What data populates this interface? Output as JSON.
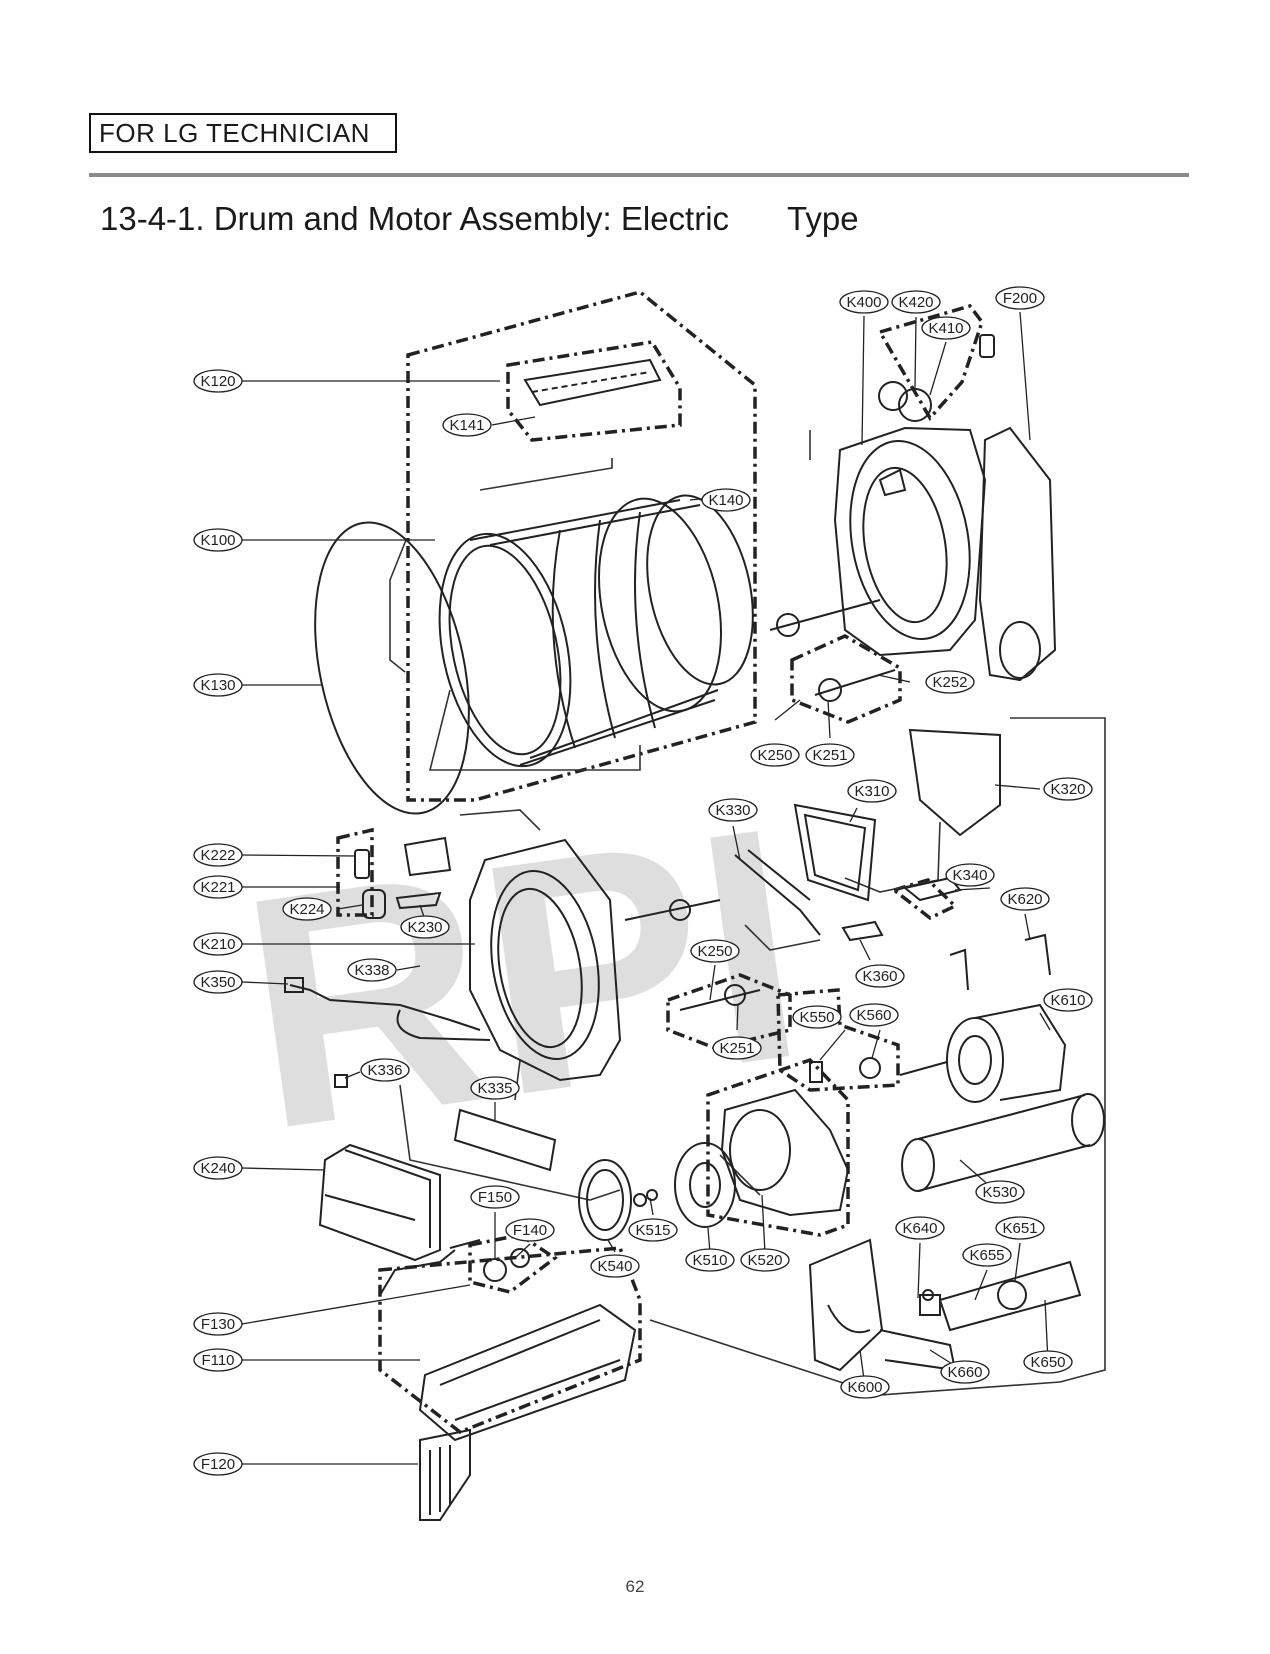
{
  "header": {
    "badge": "FOR LG TECHNICIAN"
  },
  "section": {
    "title": "13-4-1. Drum and Motor Assembly: Electric",
    "title_suffix": "Type"
  },
  "watermark": {
    "text": "RPI"
  },
  "parts": [
    {
      "id": "K120"
    },
    {
      "id": "K141"
    },
    {
      "id": "K140"
    },
    {
      "id": "K100"
    },
    {
      "id": "K130"
    },
    {
      "id": "K400"
    },
    {
      "id": "K420"
    },
    {
      "id": "K410"
    },
    {
      "id": "F200"
    },
    {
      "id": "K252"
    },
    {
      "id": "K250"
    },
    {
      "id": "K251"
    },
    {
      "id": "K320"
    },
    {
      "id": "K330"
    },
    {
      "id": "K310"
    },
    {
      "id": "K340"
    },
    {
      "id": "K620"
    },
    {
      "id": "K222"
    },
    {
      "id": "K221"
    },
    {
      "id": "K224"
    },
    {
      "id": "K230"
    },
    {
      "id": "K210"
    },
    {
      "id": "K338"
    },
    {
      "id": "K350"
    },
    {
      "id": "K360"
    },
    {
      "id": "K250"
    },
    {
      "id": "K610"
    },
    {
      "id": "K550"
    },
    {
      "id": "K560"
    },
    {
      "id": "K251"
    },
    {
      "id": "K336"
    },
    {
      "id": "K335"
    },
    {
      "id": "K240"
    },
    {
      "id": "K530"
    },
    {
      "id": "F150"
    },
    {
      "id": "F140"
    },
    {
      "id": "K515"
    },
    {
      "id": "K540"
    },
    {
      "id": "K510"
    },
    {
      "id": "K520"
    },
    {
      "id": "K640"
    },
    {
      "id": "K651"
    },
    {
      "id": "K655"
    },
    {
      "id": "F130"
    },
    {
      "id": "F110"
    },
    {
      "id": "K660"
    },
    {
      "id": "K650"
    },
    {
      "id": "K600"
    },
    {
      "id": "F120"
    }
  ],
  "footer": {
    "page_number": "62"
  }
}
